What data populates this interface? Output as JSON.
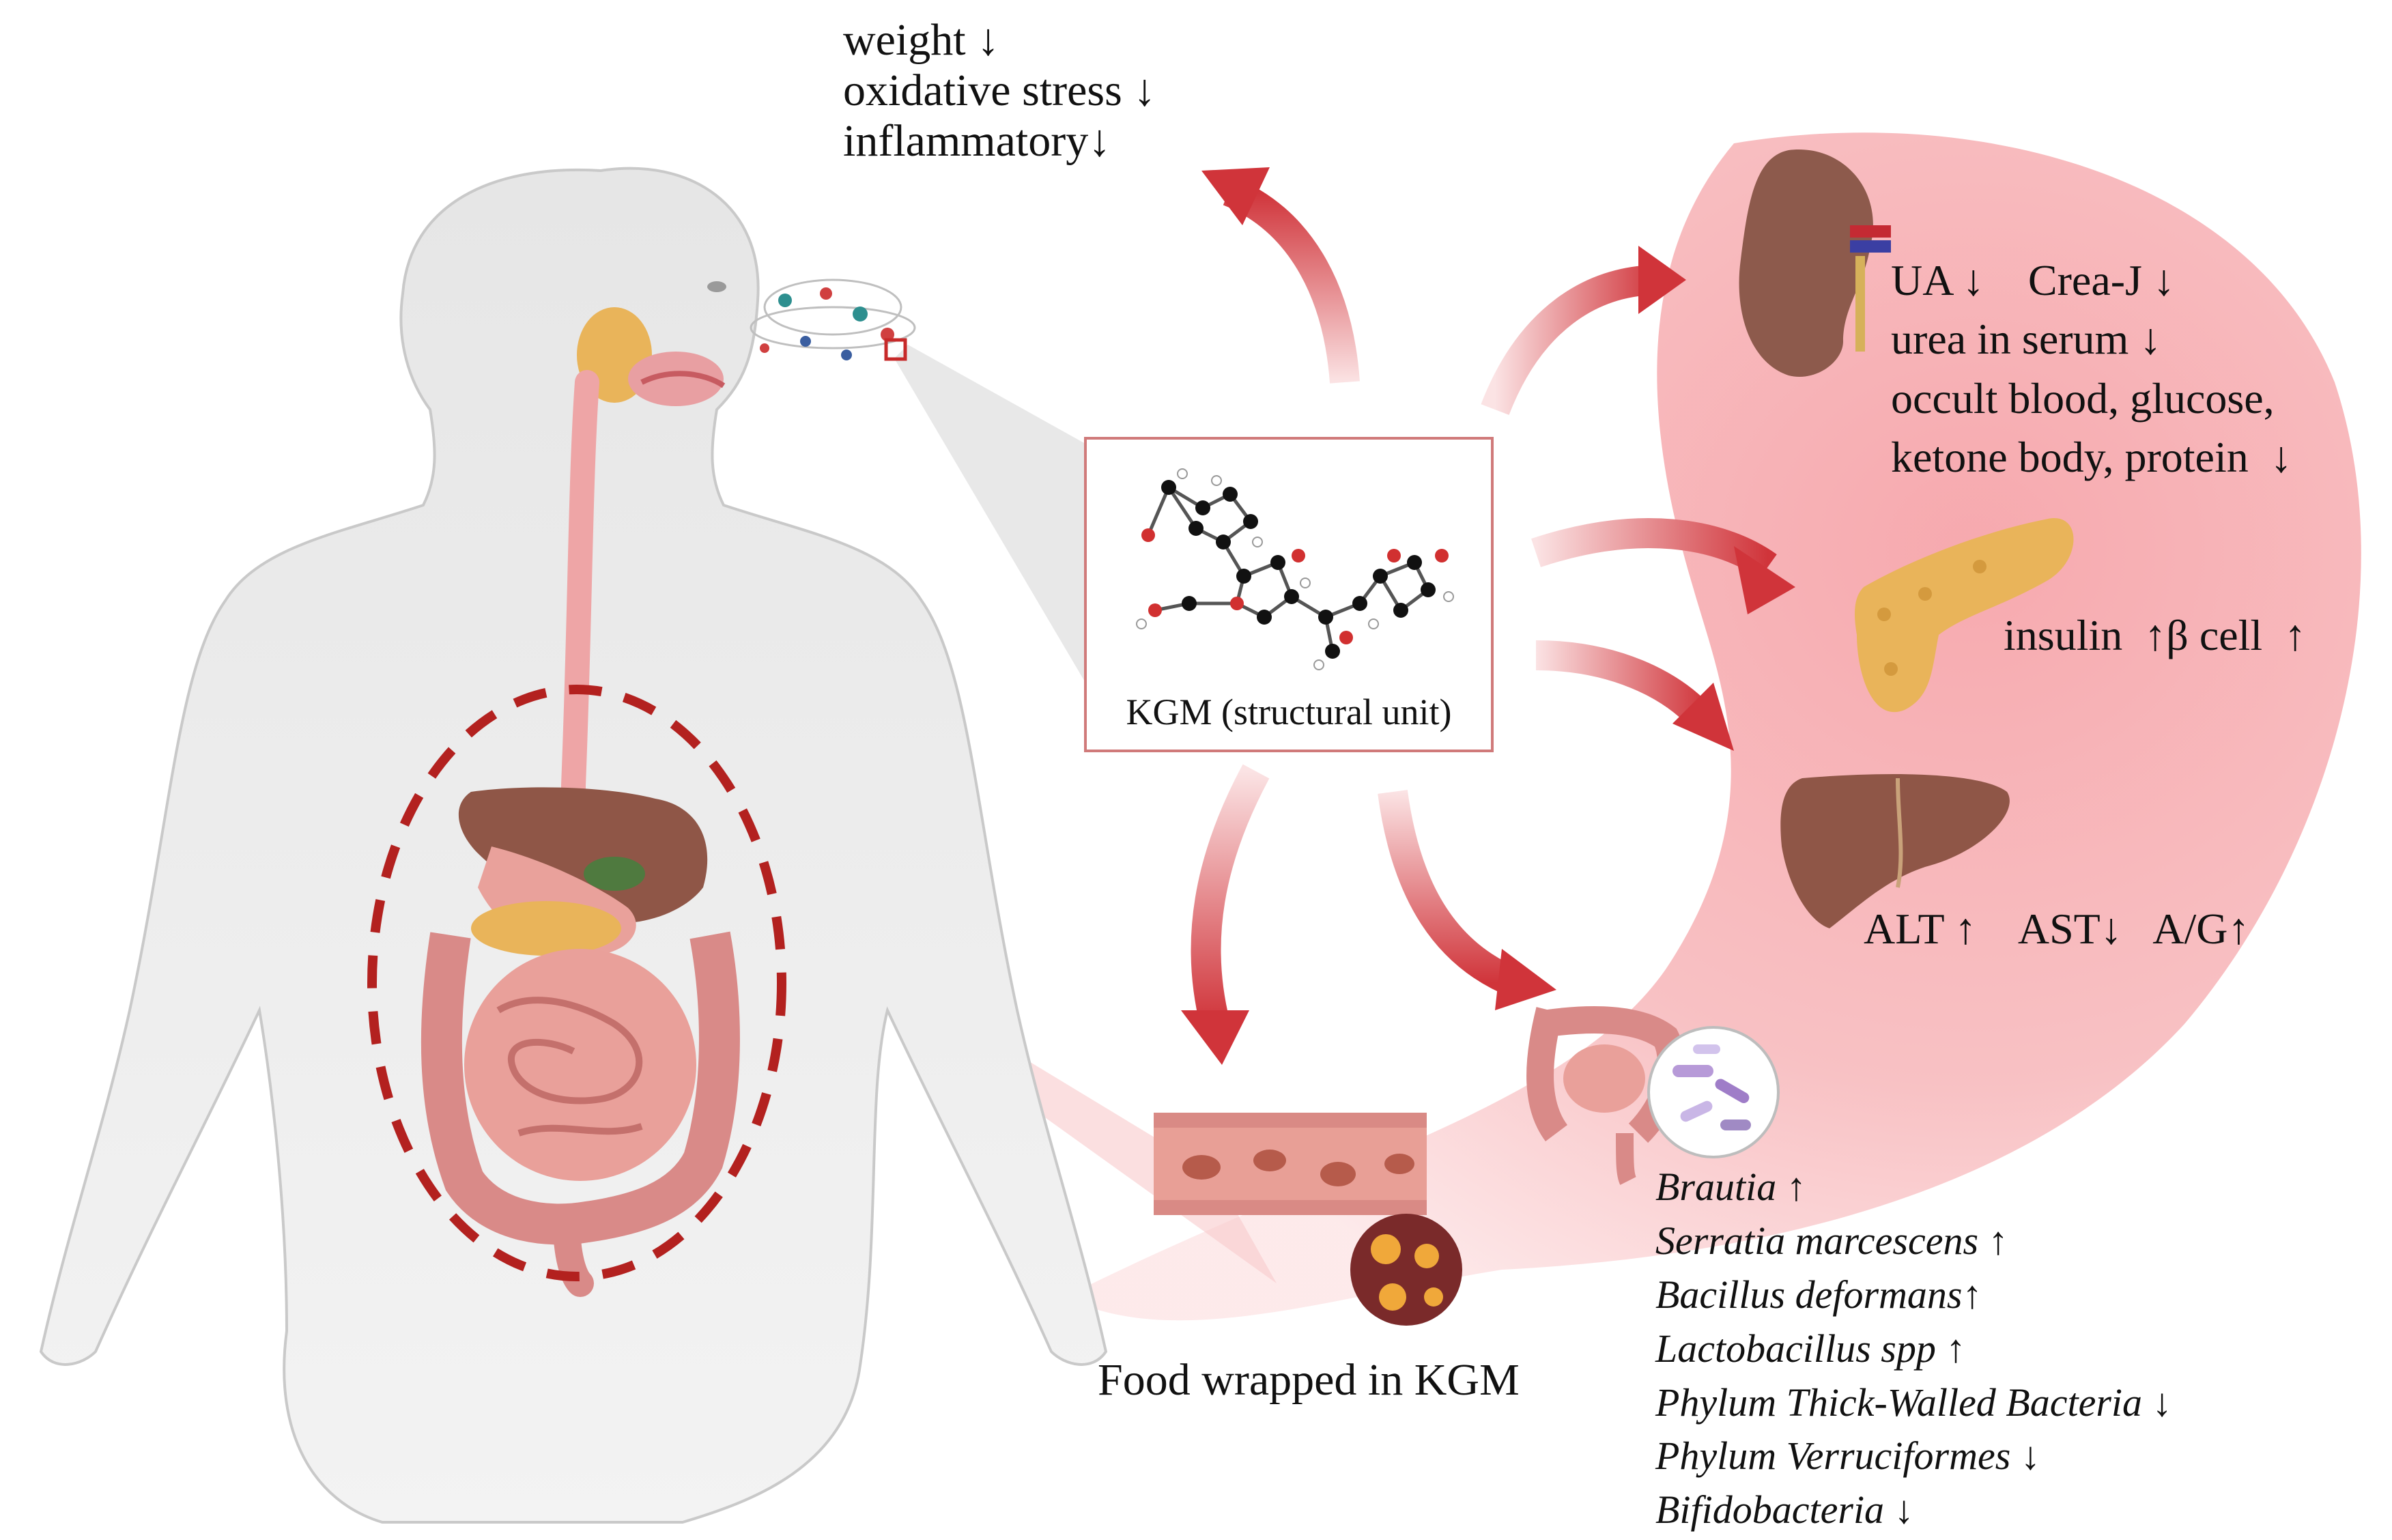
{
  "top_effects": [
    "weight ↓",
    "oxidative stress ↓",
    "inflammatory↓"
  ],
  "kgm_label": "KGM (structural unit)",
  "kidney_effects": [
    "UA ↓    Crea-J ↓",
    "urea in serum ↓",
    "occult blood, glucose,",
    "ketone body, protein  ↓"
  ],
  "pancreas_effects": "insulin  ↑β cell  ↑",
  "liver_effects": "ALT ↑    AST↓   A/G↑",
  "food_label": "Food wrapped in KGM",
  "bacteria": [
    "Brautia ↑",
    "Serratia marcescens ↑",
    "Bacillus deformans↑",
    "Lactobacillus spp ↑",
    "Phylum Thick-Walled Bacteria ↓",
    "Phylum Verruciformes ↓",
    "Bifidobacteria ↓"
  ],
  "colors": {
    "pink_region": "#f4a3a6",
    "arrow": "#d0343a",
    "liver": "#8f5647",
    "kidney": "#8d5a4c",
    "pancreas": "#e9b45a",
    "body": "#e4e4e4",
    "dashed_circle": "#b3211f"
  }
}
